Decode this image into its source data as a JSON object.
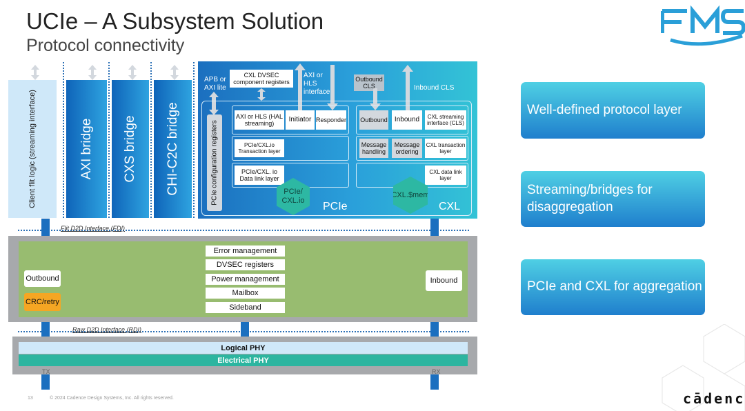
{
  "header": {
    "title": "UCIe – A Subsystem Solution",
    "subtitle": "Protocol connectivity"
  },
  "logo": {
    "text": "FMS",
    "icon": "fms-logo"
  },
  "columns": [
    {
      "label": "Client flit logic (streaming interface)"
    },
    {
      "label": "AXI bridge"
    },
    {
      "label": "CXS bridge"
    },
    {
      "label": "CHI-C2C bridge"
    }
  ],
  "protocol_panel": {
    "apb_label": "APB or AXI lite",
    "dvsec_label": "CXL DVSEC component registers",
    "axi_hls_label": "AXI or HLS interface",
    "outbound_cls_label": "Outbound CLS",
    "inbound_cls_label": "Inbound CLS",
    "pcie_config_label": "PCIe configuration registers",
    "pcie": {
      "hal_label": "AXI or HLS (HAL streaming)",
      "initiator_label": "Initiator",
      "responder_label": "Responder",
      "transaction_label": "PCIe/CXL.io Transaction layer",
      "datalink_label": "PCIe/CXL. io Data link layer",
      "hex_label": "PCIe/ CXL.io",
      "name": "PCIe"
    },
    "cxl": {
      "outbound_label": "Outbound",
      "inbound_label": "Inbound",
      "streaming_label": "CXL streaming interface (CLS)",
      "message_handling_label": "Message handling",
      "message_ordering_label": "Message ordering",
      "transaction_label": "CXL transaction layer",
      "datalink_label": "CXL data link layer",
      "hex_label": "CXL.$mem",
      "name": "CXL"
    }
  },
  "interfaces": {
    "fdi_label": "Flit D2D Interface (FDI)",
    "rdi_label": "Raw D2D Interface (RDI)"
  },
  "d2d": {
    "outbound_label": "Outbound",
    "crc_label": "CRC/retry",
    "inbound_label": "Inbound",
    "mgmt_items": [
      "Error management",
      "DVSEC registers",
      "Power management",
      "Mailbox",
      "Sideband"
    ],
    "crc_color": "#f5a623"
  },
  "phy": {
    "logical_label": "Logical PHY",
    "electrical_label": "Electrical PHY",
    "tx_label": "TX",
    "rx_label": "RX"
  },
  "cards": [
    {
      "text": "Well-defined protocol layer"
    },
    {
      "text": "Streaming/bridges for disaggregation"
    },
    {
      "text": "PCIe and CXL for aggregation"
    }
  ],
  "footer": {
    "page_number": "13",
    "copyright": "© 2024 Cadence Design Systems, Inc. All rights reserved.",
    "brand": "cādence"
  },
  "colors": {
    "accent_blue": "#1b6fbf",
    "light_blue": "#cfe8f9",
    "teal": "#2cb5a0",
    "green": "#98bc70",
    "gray": "#a7a9ac"
  }
}
